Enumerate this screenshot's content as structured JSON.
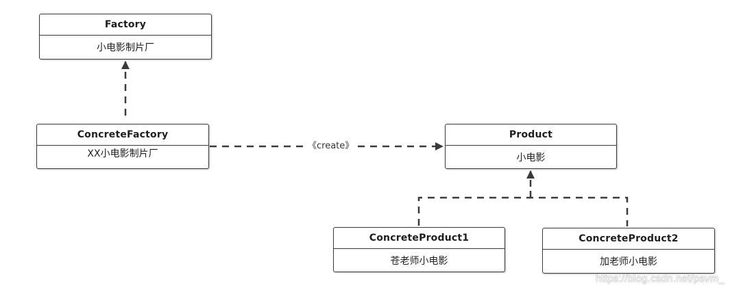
{
  "diagram": {
    "nodes": {
      "factory": {
        "name": "Factory",
        "desc": "小电影制片厂"
      },
      "concrete_factory": {
        "name": "ConcreteFactory",
        "desc": "XX小电影制片厂"
      },
      "product": {
        "name": "Product",
        "desc": "小电影"
      },
      "concrete_product1": {
        "name": "ConcreteProduct1",
        "desc": "苍老师小电影"
      },
      "concrete_product2": {
        "name": "ConcreteProduct2",
        "desc": "加老师小电影"
      }
    },
    "edges": {
      "create_label": "《create》"
    }
  },
  "watermark": "https://blog.csdn.net/psvm_",
  "colors": {
    "line": "#3a3a3a",
    "box_border": "#3a3a3a",
    "background": "#ffffff"
  }
}
